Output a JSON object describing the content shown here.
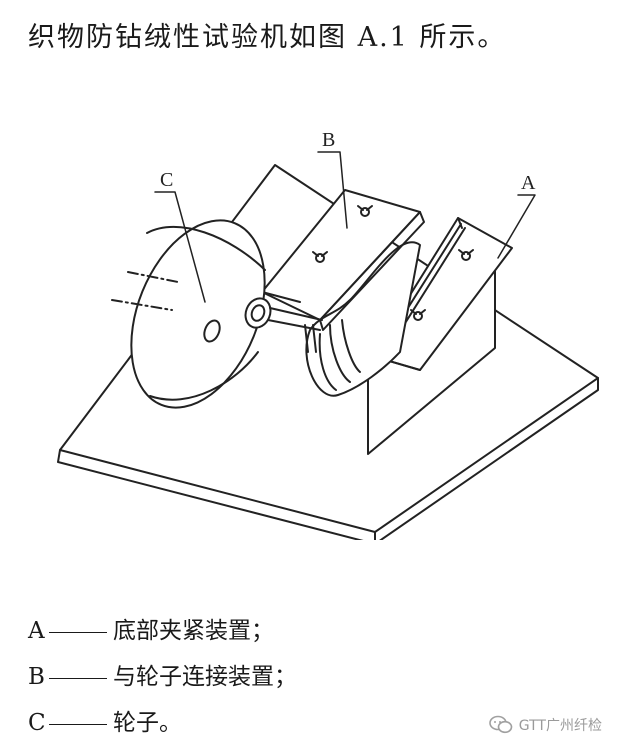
{
  "document": {
    "heading": "织物防钻绒性试验机如图 A.1 所示。"
  },
  "figure": {
    "labels": {
      "a": "A",
      "b": "B",
      "c": "C"
    },
    "line_color": "#222222",
    "paper_color": "#ffffff"
  },
  "legend": {
    "items": [
      {
        "key": "A",
        "text": "底部夹紧装置；"
      },
      {
        "key": "B",
        "text": "与轮子连接装置；"
      },
      {
        "key": "C",
        "text": "轮子。"
      }
    ]
  },
  "watermark": {
    "icon": "chat-bubble-icon",
    "text": "GTT广州纤检"
  }
}
